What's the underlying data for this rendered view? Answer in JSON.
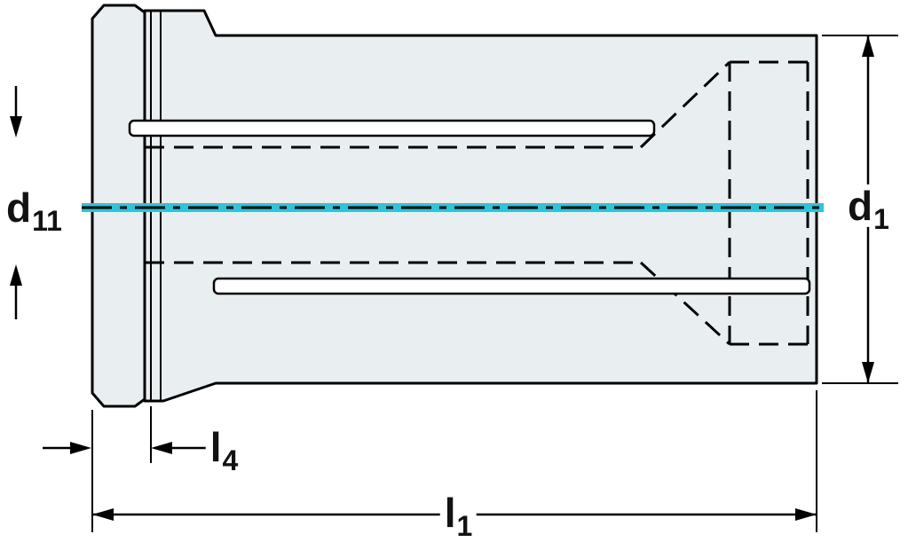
{
  "drawing": {
    "colors": {
      "background": "#ffffff",
      "body_fill": "#e9eef0",
      "outline": "#000000",
      "centerline": "#2fc4d9",
      "label_text": "#121212"
    },
    "labels": {
      "d11": {
        "main": "d",
        "sub": "11"
      },
      "d1": {
        "main": "d",
        "sub": "1"
      },
      "l4": {
        "main": "l",
        "sub": "4"
      },
      "l1": {
        "main": "l",
        "sub": "1"
      }
    }
  }
}
